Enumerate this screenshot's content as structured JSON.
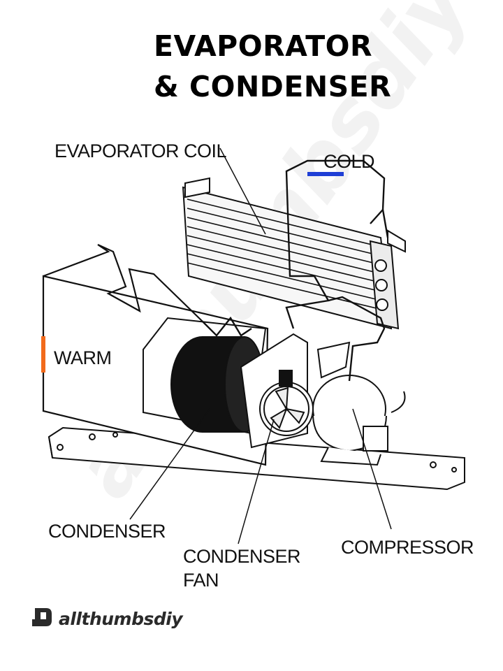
{
  "title": {
    "line1": "EVAPORATOR",
    "line2": "& CONDENSER"
  },
  "labels": {
    "evaporator_coil": "EVAPORATOR COIL",
    "cold": "COLD",
    "warm": "WARM",
    "condenser": "CONDENSER",
    "condenser_fan_line1": "CONDENSER",
    "condenser_fan_line2": "FAN",
    "compressor": "COMPRESSOR"
  },
  "brand": {
    "name": "allthumbsdiy"
  },
  "colors": {
    "cold_marker": "#1f3fd6",
    "warm_marker": "#f26a1b",
    "line": "#111111",
    "watermark": "#e6e6e6"
  },
  "icons": {
    "brand_logo": "thumb-logo-icon"
  }
}
